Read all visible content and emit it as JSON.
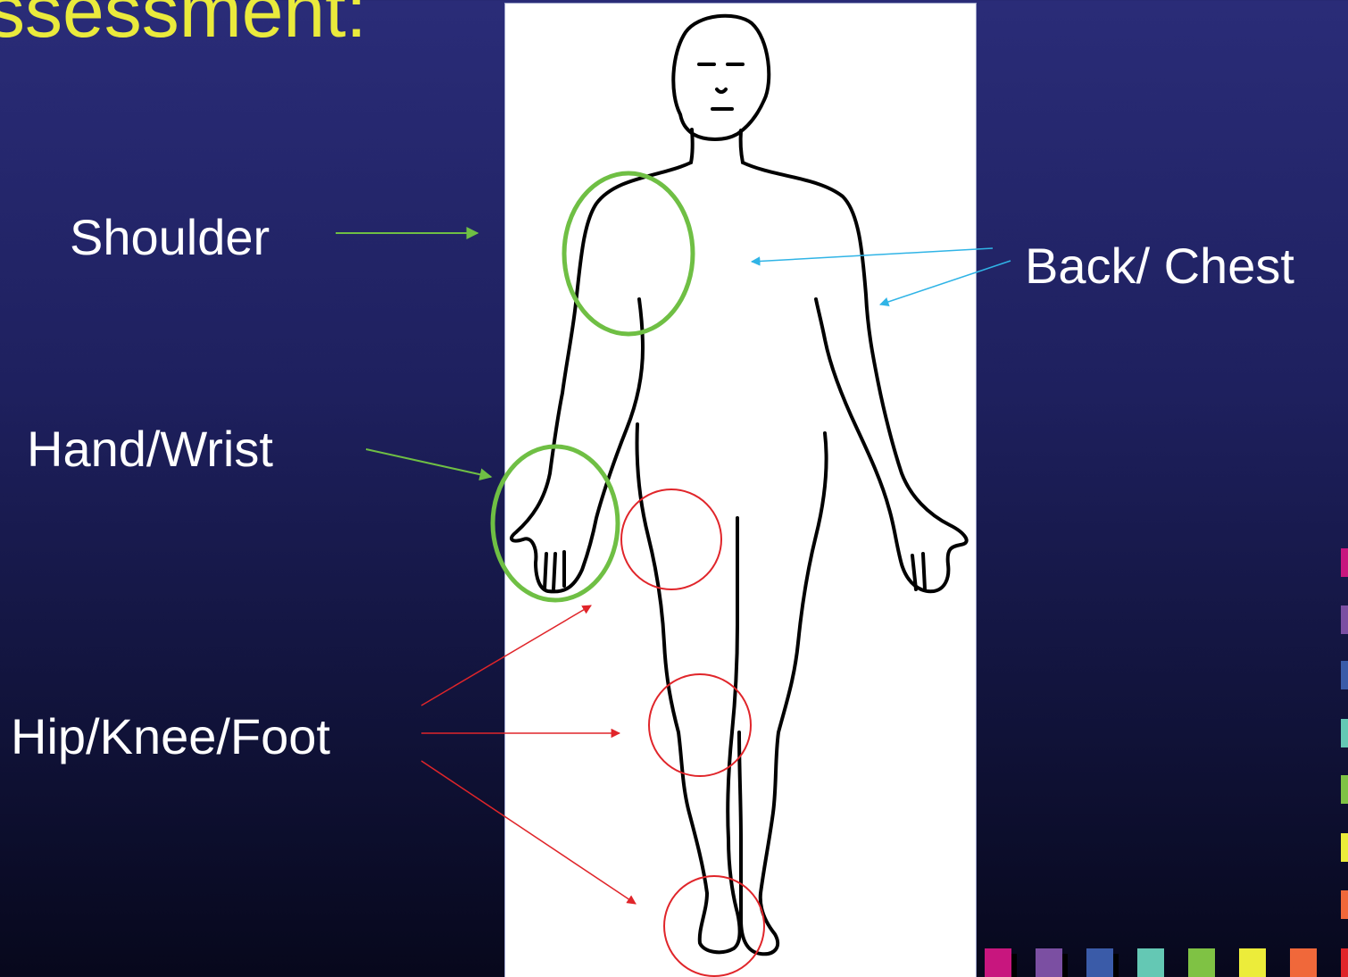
{
  "slide": {
    "title_fragment": "ssessment:",
    "title_color": "#eaea3c"
  },
  "labels": {
    "shoulder": "Shoulder",
    "hand_wrist": "Hand/Wrist",
    "hip_knee_foot": "Hip/Knee/Foot",
    "back_chest": "Back/ Chest"
  },
  "colors": {
    "upper_limb_highlight": "#6fbf44",
    "lower_limb_highlight": "#e0252a",
    "trunk_arrow": "#30b4e6",
    "body_outline": "#000000",
    "panel_background": "#ffffff"
  },
  "decoration": {
    "palette": [
      "#c8167e",
      "#7b4fa2",
      "#3a5ba8",
      "#64c8b4",
      "#7fc244",
      "#ecec3a",
      "#f0683a"
    ]
  }
}
